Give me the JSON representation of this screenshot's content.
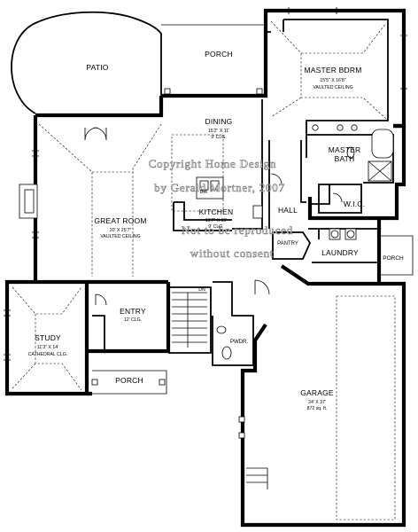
{
  "rooms": {
    "patio": {
      "name": "PATIO"
    },
    "porch_top": {
      "name": "PORCH"
    },
    "master_bdrm": {
      "name": "MASTER BDRM",
      "dims": "15'5\" X 16'8\"",
      "ceiling": "VAULTED CEILING"
    },
    "dining": {
      "name": "DINING",
      "dims": "15'2\" X 11'",
      "ceiling": "9' CLG."
    },
    "master_bath": {
      "name_line1": "MASTER",
      "name_line2": "BATH"
    },
    "wic": {
      "name": "W.I.C."
    },
    "great_room": {
      "name": "GREAT ROOM",
      "dims": "20' X 25'7\"",
      "ceiling": "VAULTED CEILING"
    },
    "kitchen": {
      "name": "KITCHEN",
      "dims": "19'7\" X 15'",
      "ceiling": "9' CLG."
    },
    "hall": {
      "name": "HALL"
    },
    "pantry": {
      "name": "PANTRY"
    },
    "laundry": {
      "name": "LAUNDRY"
    },
    "porch_right": {
      "name": "PORCH"
    },
    "entry": {
      "name": "ENTRY",
      "ceiling": "12' CLG."
    },
    "study": {
      "name": "STUDY",
      "dims": "11'3\" X 14'",
      "ceiling": "CATHEDRAL CLG."
    },
    "porch_front": {
      "name": "PORCH"
    },
    "pwdr": {
      "name": "PWDR."
    },
    "garage": {
      "name": "GARAGE",
      "dims": "24' X 37'",
      "area": "872 sq. ft."
    },
    "stair_label": {
      "name": "DN"
    },
    "dw_label": {
      "name": "DW"
    }
  },
  "watermark": {
    "line1": "Copyright Home Design",
    "line2": "by Gerald Mortner, 2007",
    "line3": "Not to be reproduced",
    "line4": "without consent"
  }
}
